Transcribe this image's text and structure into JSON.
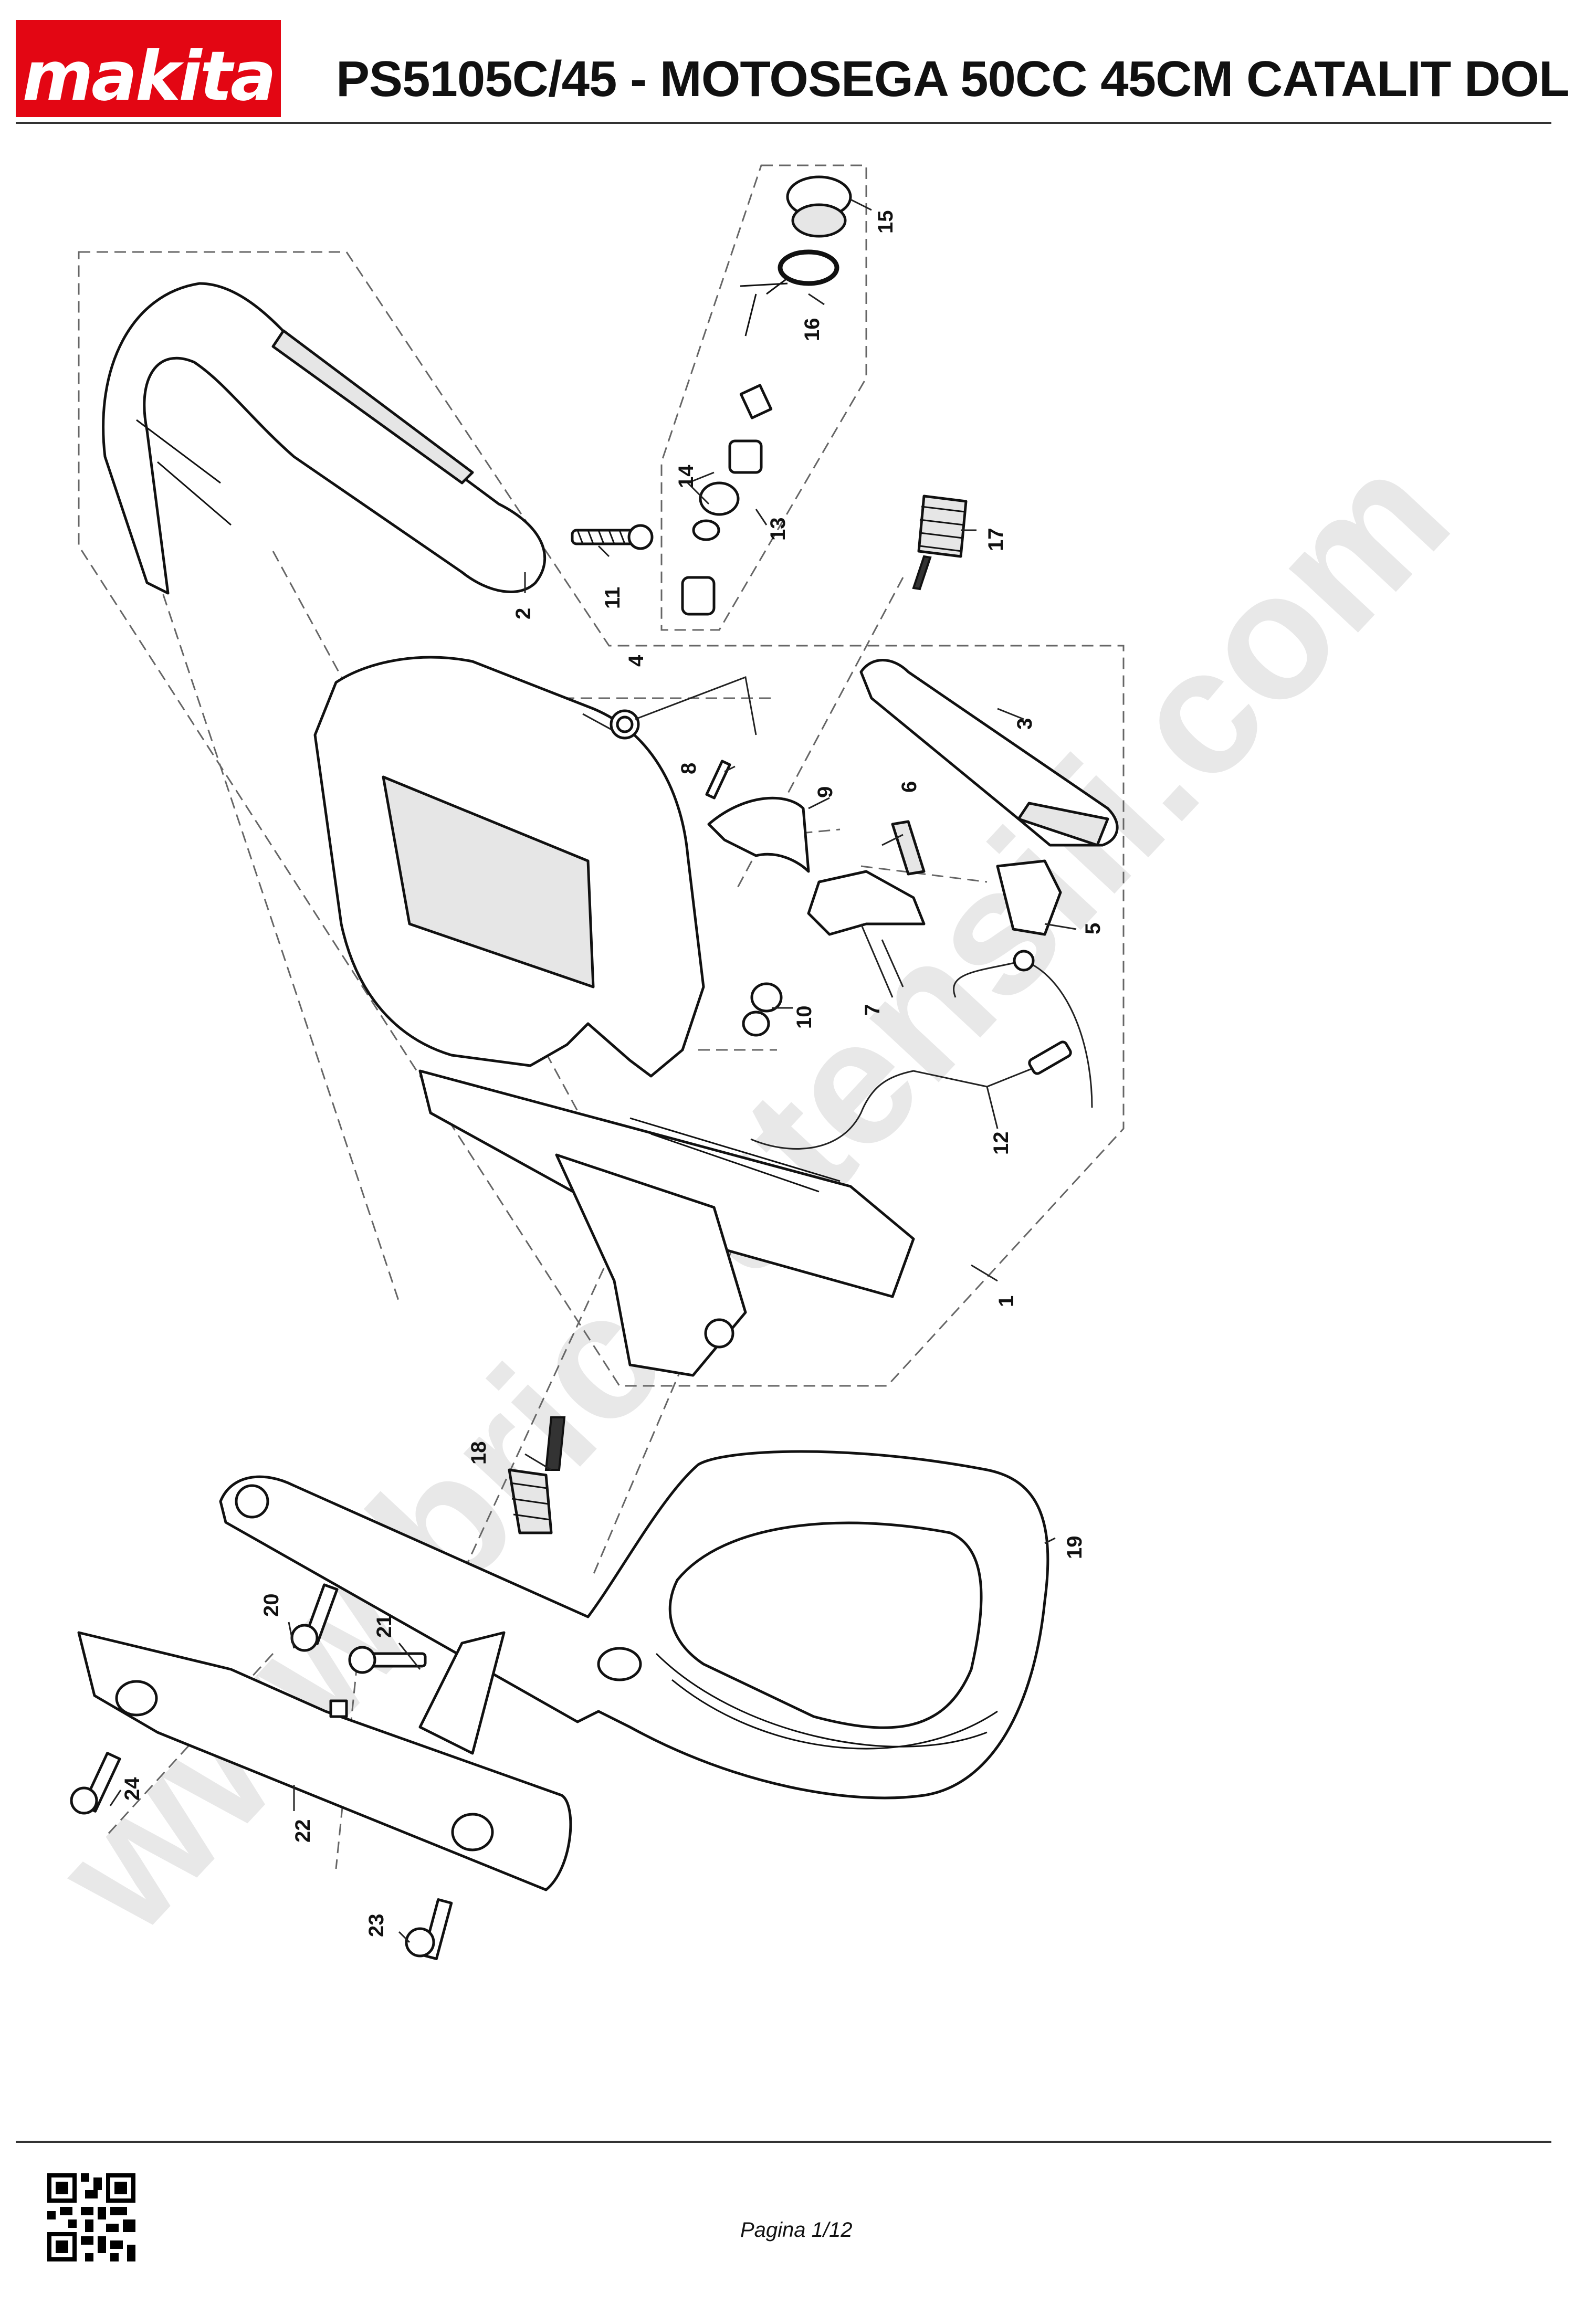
{
  "header": {
    "brand": "makita",
    "title": "PS5105C/45 - MOTOSEGA 50CC 45CM CATALIT DOL"
  },
  "watermark": "www.bricoutensili.com",
  "callouts": {
    "c1": "1",
    "c2": "2",
    "c3": "3",
    "c4": "4",
    "c5": "5",
    "c6": "6",
    "c7": "7",
    "c8": "8",
    "c9": "9",
    "c10": "10",
    "c11": "11",
    "c12": "12",
    "c13": "13",
    "c14": "14",
    "c15": "15",
    "c16": "16",
    "c17": "17",
    "c18": "18",
    "c19": "19",
    "c20": "20",
    "c21": "21",
    "c22": "22",
    "c23": "23",
    "c24": "24"
  },
  "footer": {
    "page_label": "Pagina 1/12"
  },
  "colors": {
    "brand_red": "#e30613",
    "line": "#111111"
  },
  "icons": {
    "qr": "qr-code-icon"
  }
}
